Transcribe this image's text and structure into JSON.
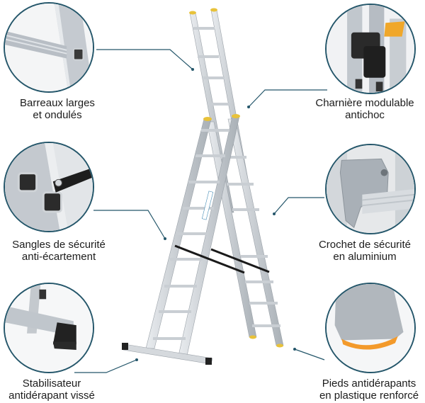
{
  "features": [
    {
      "id": "rungs",
      "label_line1": "Barreaux larges",
      "label_line2": "et ondulés",
      "icon": "wide-rung-closeup"
    },
    {
      "id": "hinge",
      "label_line1": "Charnière modulable",
      "label_line2": "antichoc",
      "icon": "hinge-closeup"
    },
    {
      "id": "straps",
      "label_line1": "Sangles de sécurité",
      "label_line2": "anti-écartement",
      "icon": "safety-strap-closeup"
    },
    {
      "id": "hook",
      "label_line1": "Crochet de sécurité",
      "label_line2": "en aluminium",
      "icon": "safety-hook-closeup"
    },
    {
      "id": "stabilizer",
      "label_line1": "Stabilisateur",
      "label_line2": "antidérapant vissé",
      "icon": "stabilizer-closeup"
    },
    {
      "id": "feet",
      "label_line1": "Pieds antidérapants",
      "label_line2": "en plastique renforcé",
      "icon": "non-slip-foot-closeup"
    }
  ],
  "colors": {
    "callout_line": "#24566a",
    "aluminium": "#c9ced3",
    "aluminium_dark": "#9aa1a8",
    "cap_yellow": "#e8c23a",
    "foot_orange": "#f39a2b",
    "rubber_black": "#222222"
  }
}
